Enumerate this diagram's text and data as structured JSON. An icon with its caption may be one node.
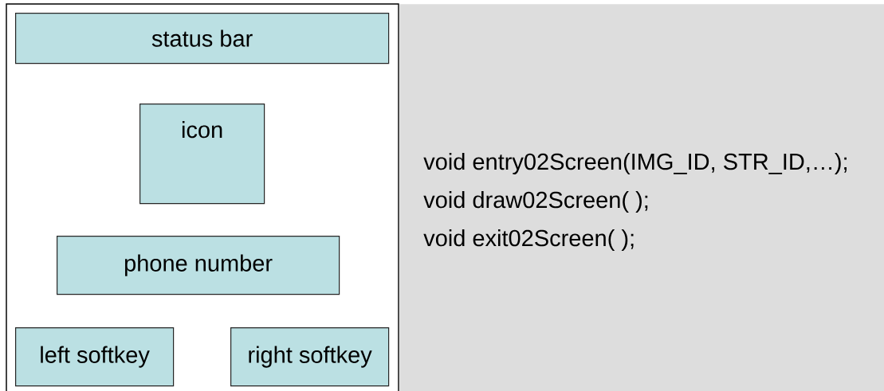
{
  "diagram": {
    "nodes": [
      {
        "text": [],
        "shape": "box"
      },
      {
        "text": [
          "status bar"
        ],
        "in": 0
      },
      {
        "text": [
          "icon"
        ],
        "in": 0
      },
      {
        "text": [
          "phone number"
        ],
        "in": 0
      },
      {
        "text": [
          "left softkey"
        ],
        "in": 0
      },
      {
        "text": [
          "right softkey"
        ],
        "in": 0
      },
      {
        "text": [
          "void entry02Screen(IMG_ID, STR_ID,…);",
          "void draw02Screen( );",
          "void exit02Screen( );"
        ]
      }
    ]
  }
}
